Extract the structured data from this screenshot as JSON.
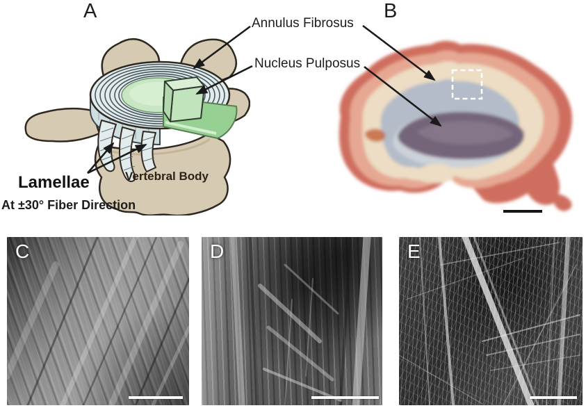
{
  "figure": {
    "background": "#ffffff",
    "panel_a": {
      "letter": "A",
      "label_annulus": "Annulus Fibrosus",
      "label_nucleus": "Nucleus Pulposus",
      "label_lamellae": "Lamellae",
      "label_fiber_direction": "At ±30° Fiber Direction",
      "label_vertebral_body": "Vertebral Body"
    },
    "panel_b": {
      "letter": "B"
    },
    "panel_c": {
      "letter": "C"
    },
    "panel_d": {
      "letter": "D"
    },
    "panel_e": {
      "letter": "E"
    },
    "colors": {
      "annotation": "#1a1a1a",
      "bone": "#d6cab2",
      "bone_shade": "#c2b294",
      "outline": "#2e2820",
      "lamellae_fill": "#e3ecec",
      "lamellae_wall": "#cfdfe0",
      "ring_line": "#47565e",
      "nucleus_green": "#c8e6c4",
      "nucleus_cube_top": "#daf0d5",
      "nucleus_cube_front": "#c2e4bd",
      "cut_green": "#96d092",
      "photo_red": "#cf6e5e",
      "photo_pink": "#e6a893",
      "photo_cream": "#ecddc4",
      "photo_bluegray": "#b3bcc8",
      "photo_lightgray": "#ccd2d8",
      "photo_purple": "#74657a",
      "roi_box": "#ffffff",
      "scale_bar_dark": "#151515",
      "scale_bar_light": "#fafafa"
    }
  }
}
